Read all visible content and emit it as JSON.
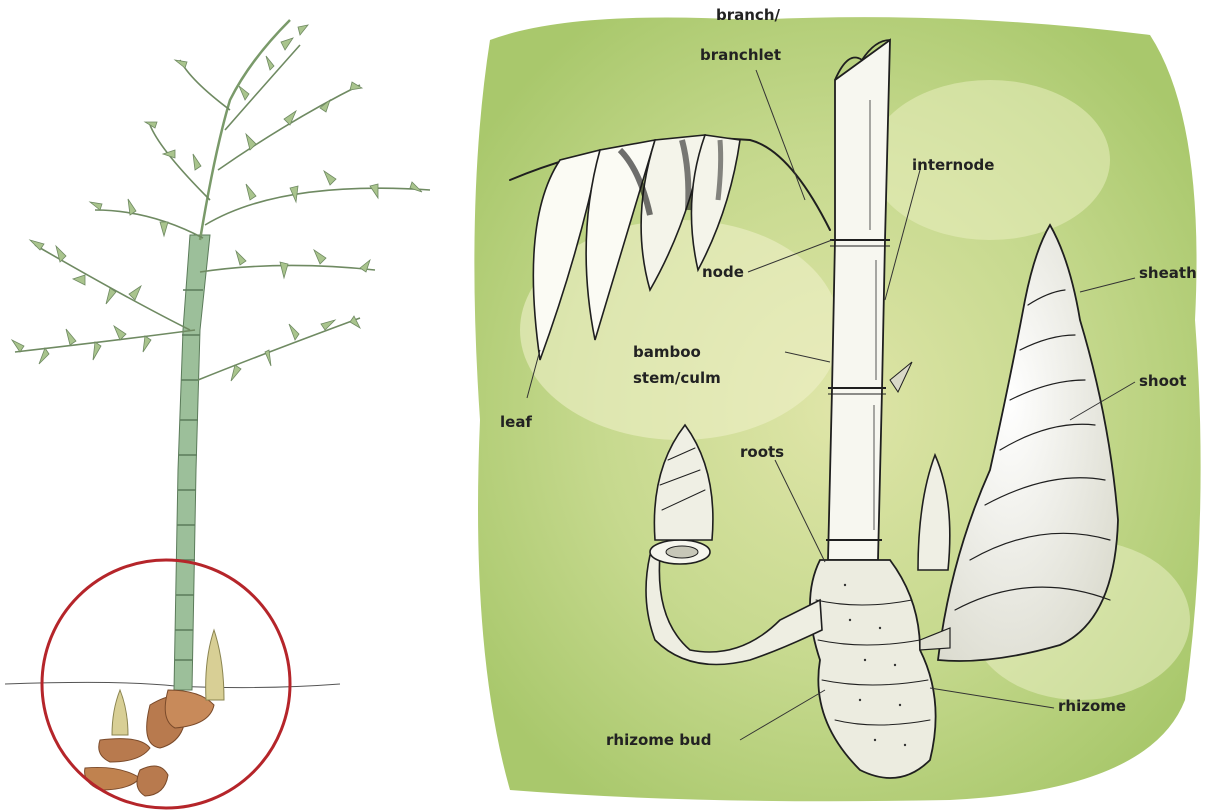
{
  "labels": {
    "branch_line1": "branch/",
    "branch_line2": "branchlet",
    "internode": "internode",
    "node": "node",
    "sheath": "sheath",
    "bamboo_line1": "bamboo",
    "bamboo_line2": "stem/culm",
    "shoot": "shoot",
    "leaf": "leaf",
    "roots": "roots",
    "rhizome": "rhizome",
    "rhizome_bud": "rhizome bud"
  },
  "colors": {
    "culm_green": "#9cbf9a",
    "leaf_green": "#a9c48d",
    "rhizome_brown": "#b87a4e",
    "shoot_tan": "#d8cf95",
    "highlight_circle": "#b5252a",
    "wash_green": "#b7cf78",
    "wash_yellow": "#e3e6b0"
  }
}
